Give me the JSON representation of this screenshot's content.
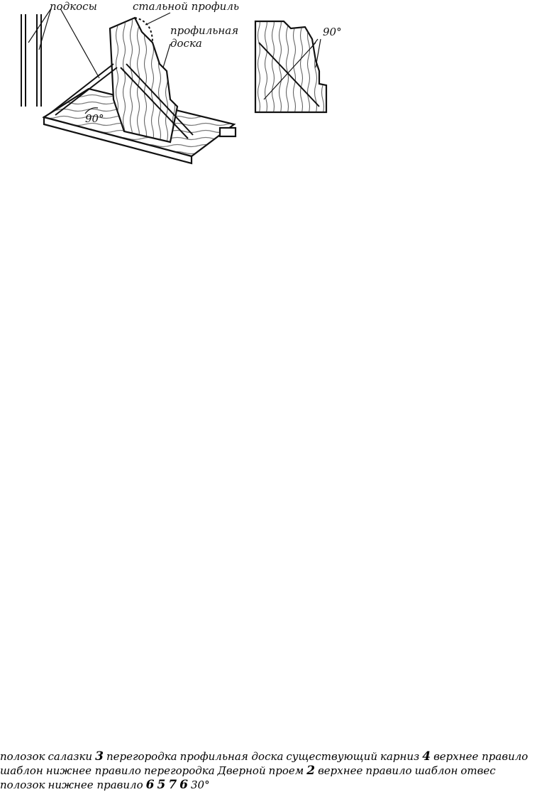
{
  "panels": [
    {
      "num": "2"
    },
    {
      "num": "3"
    },
    {
      "num": "4"
    },
    {
      "num": "5"
    },
    {
      "num": "6"
    },
    {
      "num": "7"
    },
    {
      "num": "6b",
      "shown": "6"
    }
  ],
  "labels": {
    "podkosy": "подкосы",
    "stalnoy_profil": "стальной профиль",
    "profilnaya_doska_1": "профильная",
    "profilnaya_doska_2": "доска",
    "angle_90_right": "90°",
    "angle_90_left": "90°",
    "polozok_1": "полозок",
    "salazki": "салазки",
    "peregorodka_2": "перегородка",
    "profilnaya_doska_2b": "профильная доска",
    "sushch_karniz_1": "существующий",
    "sushch_karniz_2": "карниз",
    "verhnee_pravilo_3": "верхнее правило",
    "shablon_3": "шаблон",
    "nizhnee_pravilo_3": "нижнее правило",
    "peregorodka_3": "перегородка",
    "dvernoy_1": "Дверной",
    "dvernoy_2": "проем",
    "verhnee_4a": "верхнее",
    "verhnee_4b": "правило",
    "shablon_4": "шаблон",
    "otves_4": "отвес",
    "polozok_4": "полозок",
    "nizhnee_4": "нижнее правило",
    "angle_30": "30°"
  }
}
